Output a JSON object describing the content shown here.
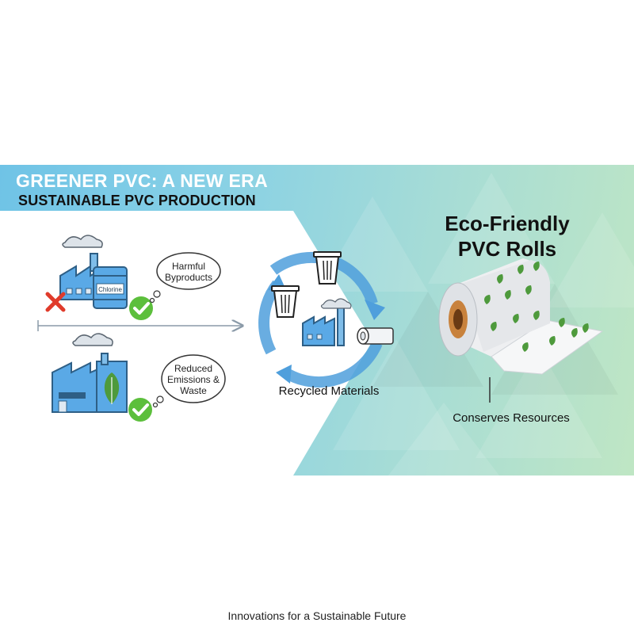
{
  "banner": {
    "headline": "GREENER PVC: A NEW ERA",
    "subheadline": "SUSTAINABLE PVC PRODUCTION"
  },
  "process": {
    "old": {
      "drum_label": "Chlorine",
      "bubble": "Harmful Byproducts"
    },
    "new": {
      "bubble_line1": "Reduced",
      "bubble_line2": "Emissions &",
      "bubble_line3": "Waste"
    },
    "cycle_label": "Recycled Materials"
  },
  "product": {
    "title_line1": "Eco-Friendly",
    "title_line2": "PVC Rolls",
    "caption": "Conserves Resources"
  },
  "footer": "Innovations for a Sustainable Future",
  "colors": {
    "factory_blue": "#5aa9e6",
    "check_green": "#5cbf3c",
    "cross_red": "#e03b2b",
    "leaf_green": "#4e9a3c",
    "cycle_blue": "#4f9fdc"
  }
}
